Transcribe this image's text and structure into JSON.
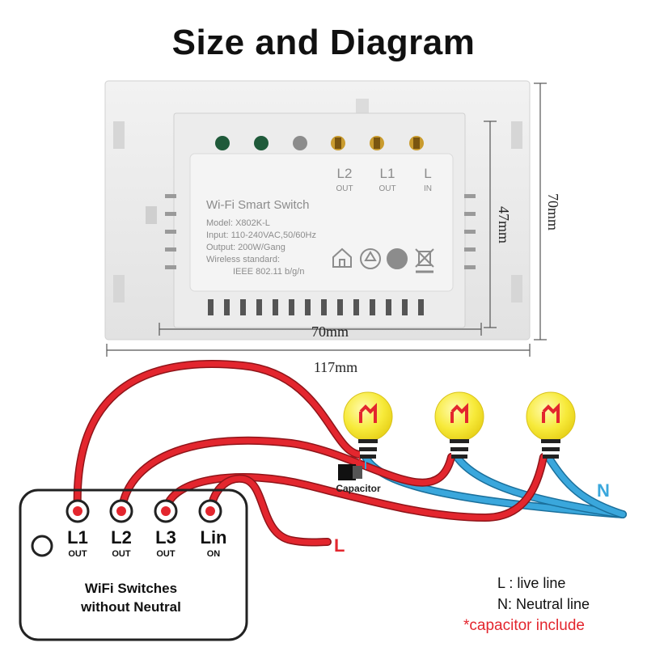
{
  "title": "Size and Diagram",
  "device_label": {
    "terminals": [
      {
        "name": "L2",
        "sub": "OUT"
      },
      {
        "name": "L1",
        "sub": "OUT"
      },
      {
        "name": "L",
        "sub": "IN"
      }
    ],
    "product": "Wi-Fi Smart Switch",
    "model": "Model: X802K-L",
    "input": "Input: 110-240VAC,50/60Hz",
    "output": "Output: 200W/Gang",
    "wireless": "Wireless standard:",
    "standard": "IEEE 802.11 b/g/n"
  },
  "dimensions": {
    "total_width": "117mm",
    "inner_width": "70mm",
    "inner_height": "47mm",
    "total_height": "70mm"
  },
  "wiring": {
    "switch_title_line1": "WiFi Switches",
    "switch_title_line2": "without Neutral",
    "terminals": [
      {
        "name": "L1",
        "sub": "OUT"
      },
      {
        "name": "L2",
        "sub": "OUT"
      },
      {
        "name": "L3",
        "sub": "OUT"
      },
      {
        "name": "Lin",
        "sub": "ON"
      }
    ],
    "capacitor_label": "Capacitor",
    "live_marker": "L",
    "neutral_marker": "N"
  },
  "legend": {
    "live": "L : live  line",
    "neutral": "N: Neutral line",
    "note": "*capacitor include"
  },
  "colors": {
    "live_wire": "#e3262e",
    "neutral_wire": "#3aa7dc",
    "bulb": "#f7ea3a",
    "note": "#e3262e"
  }
}
